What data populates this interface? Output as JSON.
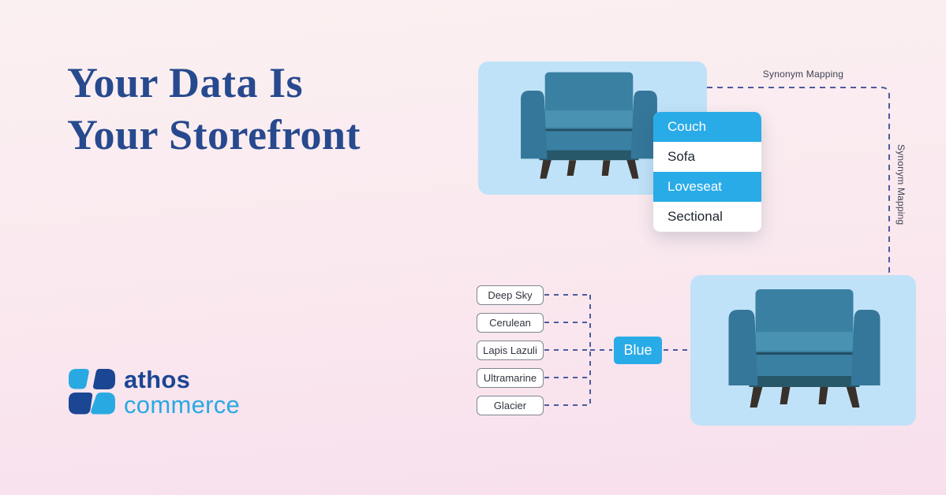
{
  "headline": {
    "line1": "Your Data Is",
    "line2": "Your Storefront"
  },
  "synonym_mapping": {
    "top_label": "Synonym Mapping",
    "side_label": "Synonym Mapping",
    "dropdown": {
      "items": [
        {
          "label": "Couch",
          "highlighted": true
        },
        {
          "label": "Sofa",
          "highlighted": false
        },
        {
          "label": "Loveseat",
          "highlighted": true
        },
        {
          "label": "Sectional",
          "highlighted": false
        }
      ]
    }
  },
  "color_mapping": {
    "synonyms": [
      "Deep Sky",
      "Cerulean",
      "Lapis Lazuli",
      "Ultramarine",
      "Glacier"
    ],
    "canonical_label": "Blue"
  },
  "logo": {
    "word_top": "athos",
    "word_bottom": "commerce"
  },
  "colors": {
    "accent_blue": "#29ABE8",
    "card_bg": "#C0E2F8",
    "connector_dash": "#4D5B9E",
    "headline_text": "#27498E",
    "logo_navy": "#1B4693",
    "logo_blue": "#29A9E2",
    "background_top": "#FBF0F1",
    "background_bottom": "#F8DFED",
    "sofa_teal": "#3A80A3"
  }
}
